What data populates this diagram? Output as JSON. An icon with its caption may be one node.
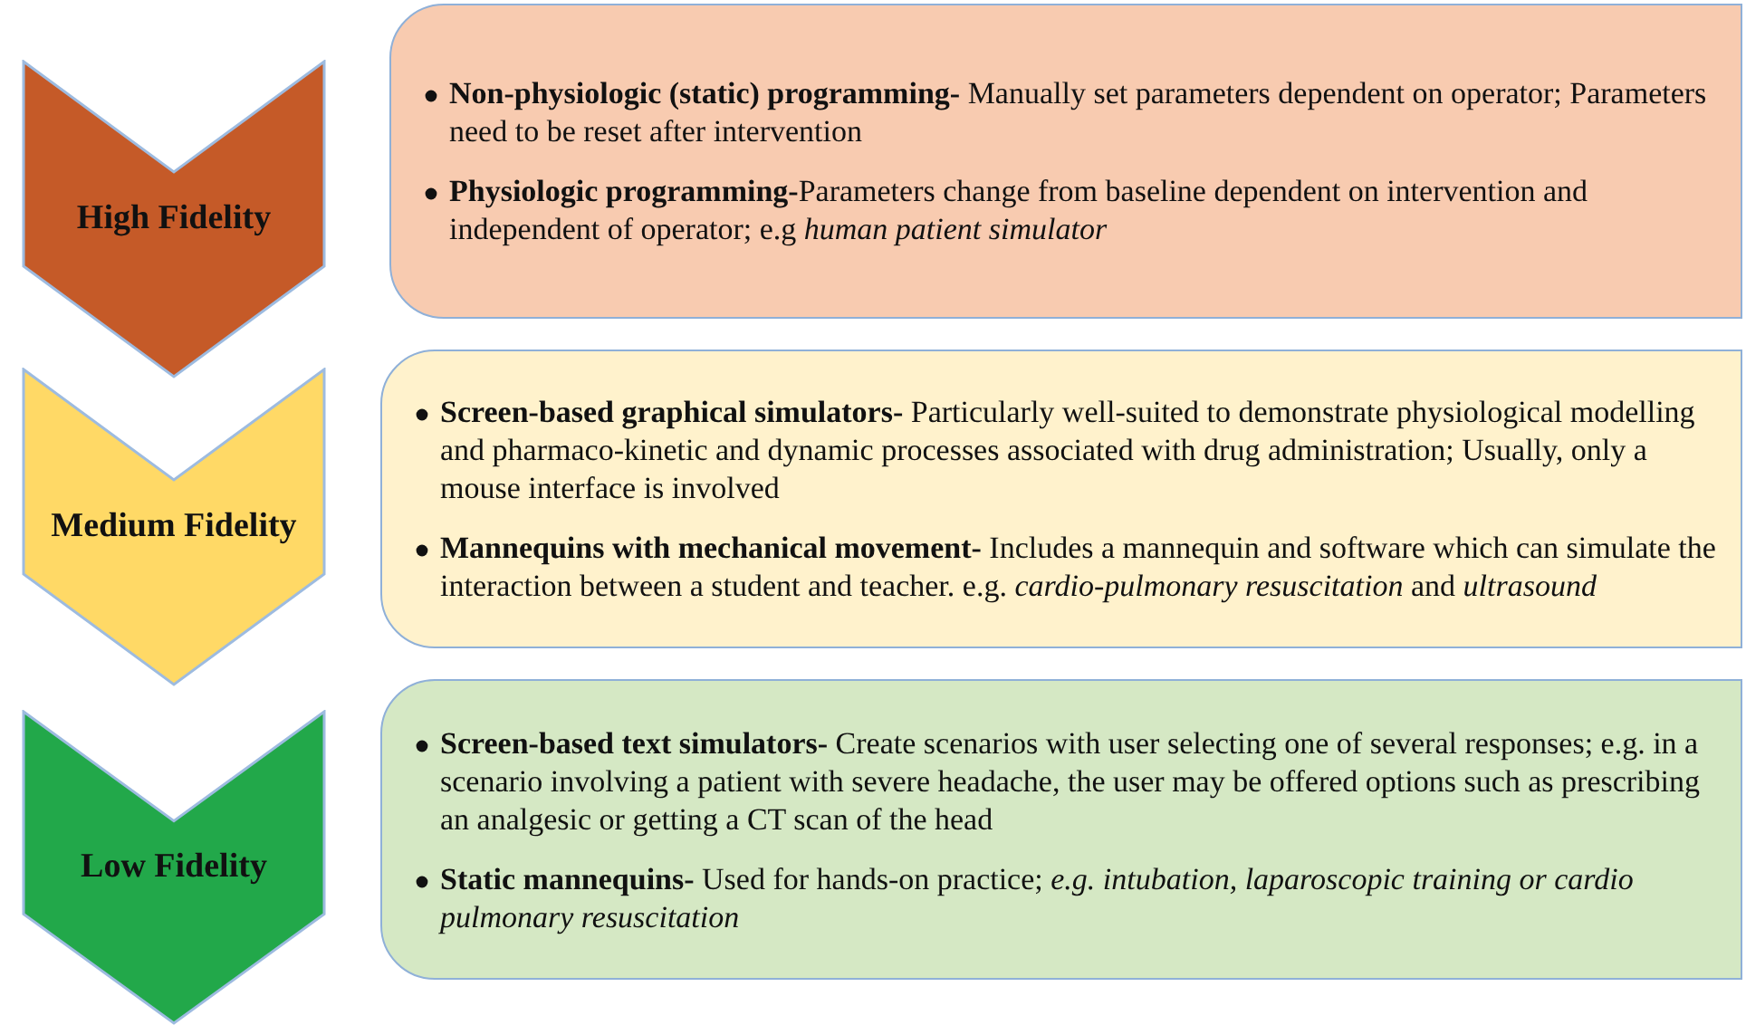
{
  "diagram": {
    "nodes": [
      {
        "text": [
          "High Fidelity"
        ]
      },
      {
        "text": [
          "**Non-physiologic (static) programming-** Manually set parameters dependent on operator; Parameters need to be reset after intervention",
          "**Physiologic programming-**Parameters change from baseline dependent on intervention and independent of operator; e.g *human patient simulator*"
        ]
      },
      {
        "text": [
          "Medium Fidelity"
        ]
      },
      {
        "text": [
          "**Screen-based graphical simulators-** Particularly well-suited to demonstrate physiological modelling and pharmaco-kinetic and dynamic processes associated with drug administration; Usually, only a mouse interface is involved",
          "**Mannequins with mechanical movement-** Includes a mannequin and software which can simulate the interaction between a student and teacher. e.g. *cardio-pulmonary resuscitation* and *ultrasound*"
        ]
      },
      {
        "text": [
          "Low Fidelity"
        ]
      },
      {
        "text": [
          "**Screen-based text simulators-** Create scenarios with user selecting one of several responses; e.g. in a scenario involving a patient with severe headache, the user may be offered options such as prescribing an analgesic or getting a CT scan of the head",
          "**Static mannequins-** Used for hands-on practice; *e.g. intubation, laparoscopic training or cardio pulmonary resuscitation*"
        ]
      }
    ]
  }
}
